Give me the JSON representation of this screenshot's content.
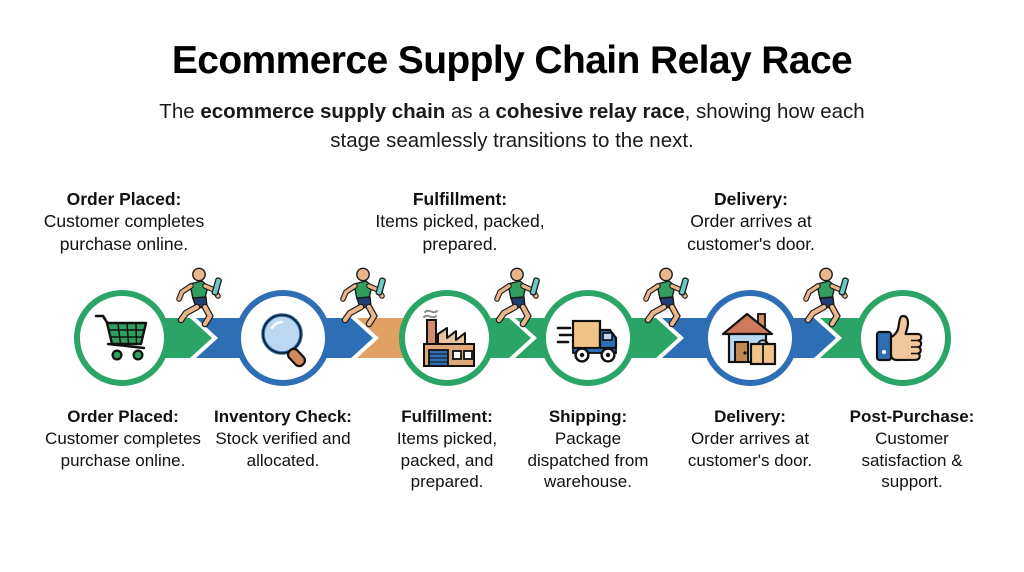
{
  "header": {
    "title": "Ecommerce Supply Chain Relay Race",
    "subtitle_part1": "The ",
    "subtitle_bold1": "ecommerce supply chain",
    "subtitle_part2": " as a ",
    "subtitle_bold2": "cohesive relay race",
    "subtitle_part3": ", showing how each stage seamlessly transitions to the next."
  },
  "colors": {
    "green": "#2aa567",
    "green_dark": "#23a05f",
    "blue": "#2e6eb5",
    "blue_dark": "#2b6cb0",
    "orange": "#e0a063",
    "text": "#111111",
    "background": "#ffffff",
    "runner_shirt": "#2f9e5f",
    "runner_shorts": "#1f3f73",
    "runner_skin": "#e8b68a",
    "baton": "#6fc9c4"
  },
  "top_labels": [
    {
      "title": "Order Placed:",
      "desc": "Customer completes purchase online."
    },
    {
      "title": "Fulfillment:",
      "desc": "Items picked, packed, prepared."
    },
    {
      "title": "Delivery:",
      "desc": "Order arrives at customer's door."
    }
  ],
  "stages": [
    {
      "title": "Order Placed:",
      "desc": "Customer completes purchase online.",
      "icon": "shopping-cart-icon",
      "ring": "green"
    },
    {
      "title": "Inventory Check:",
      "desc": "Stock verified and allocated.",
      "icon": "magnifying-glass-icon",
      "ring": "blue"
    },
    {
      "title": "Fulfillment:",
      "desc": "Items picked, packed, and prepared.",
      "icon": "factory-icon",
      "ring": "green"
    },
    {
      "title": "Shipping:",
      "desc": "Package dispatched from warehouse.",
      "icon": "delivery-truck-icon",
      "ring": "green"
    },
    {
      "title": "Delivery:",
      "desc": "Order arrives at customer's door.",
      "icon": "house-package-icon",
      "ring": "blue"
    },
    {
      "title": "Post-Purchase:",
      "desc": "Customer satisfaction & support.",
      "icon": "thumbs-up-icon",
      "ring": "green"
    }
  ],
  "connectors": [
    {
      "from": "Order Placed",
      "to": "Inventory Check",
      "colors": [
        "green",
        "blue"
      ]
    },
    {
      "from": "Inventory Check",
      "to": "Fulfillment",
      "colors": [
        "blue",
        "orange"
      ]
    },
    {
      "from": "Fulfillment",
      "to": "Shipping",
      "colors": [
        "green",
        "green"
      ]
    },
    {
      "from": "Shipping",
      "to": "Delivery",
      "colors": [
        "green",
        "blue"
      ]
    },
    {
      "from": "Delivery",
      "to": "Post-Purchase",
      "colors": [
        "blue",
        "green"
      ]
    }
  ],
  "runners": {
    "count": 5,
    "icon": "relay-runner-icon",
    "description": "runner carrying baton"
  }
}
